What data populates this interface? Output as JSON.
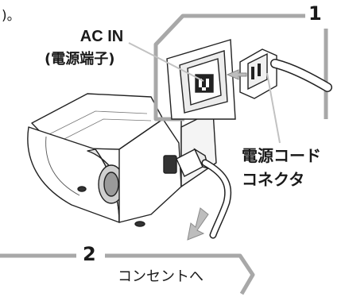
{
  "fragment_text": ")。",
  "step1": {
    "number": "1"
  },
  "step2": {
    "number": "2",
    "label": "コンセントへ"
  },
  "ac_in": {
    "line1": "AC IN",
    "line2": "(電源端子)"
  },
  "cord_connector": {
    "line1": "電源コード",
    "line2": "コネクタ"
  },
  "colors": {
    "outline": "#222222",
    "panel_border": "#a8a8a8",
    "arrow_fill": "#bdbdbd",
    "tab_fill": "#ffffff"
  }
}
